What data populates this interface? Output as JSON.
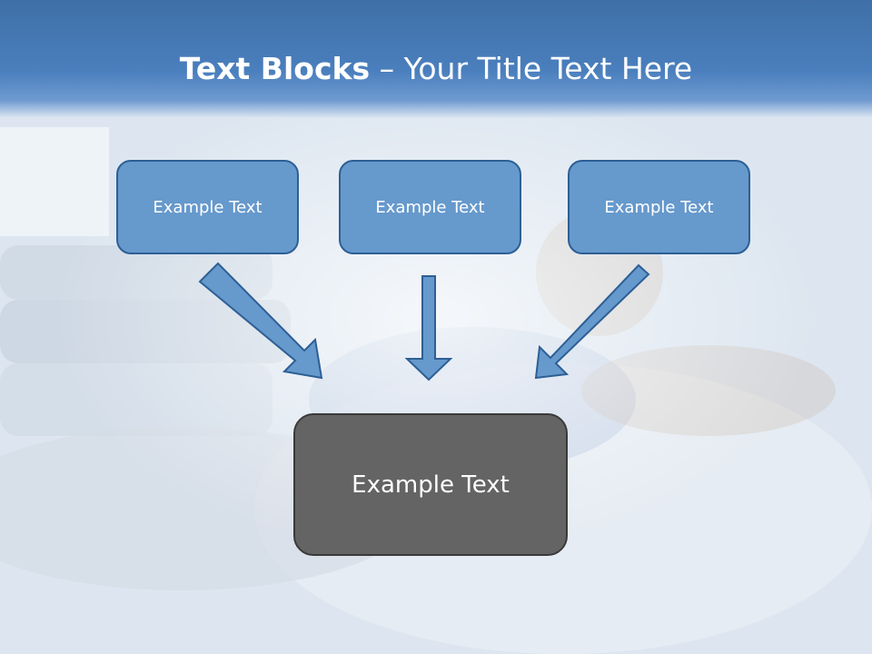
{
  "slide": {
    "title_bold": "Text Blocks",
    "title_dash": " – ",
    "title_rest": "Your Title Text Here"
  },
  "blocks": [
    {
      "label": "Example Text"
    },
    {
      "label": "Example Text"
    },
    {
      "label": "Example Text"
    }
  ],
  "main_block": {
    "label": "Example Text"
  },
  "colors": {
    "header": "#4a7fbd",
    "block_fill": "#6699cc",
    "block_border": "#2d5f95",
    "main_fill": "#646464",
    "arrow_fill": "#6699cc"
  }
}
